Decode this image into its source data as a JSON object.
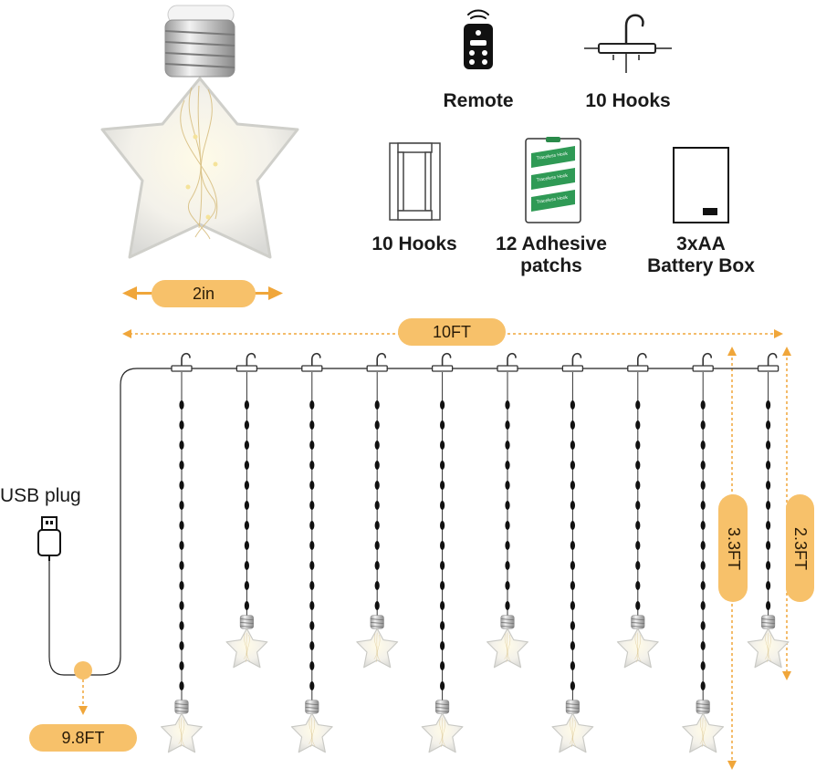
{
  "accessories": {
    "remote": "Remote",
    "hooks_top": "10 Hooks",
    "hooks_clips": "10 Hooks",
    "adhesive_line1": "12 Adhesive",
    "adhesive_line2": "patchs",
    "battery_line1": "3xAA",
    "battery_line2": "Battery Box",
    "patch_text": "Traceless Hook"
  },
  "dimensions": {
    "bulb_width": "2in",
    "curtain_width": "10FT",
    "long_drop": "3.3FT",
    "short_drop": "2.3FT",
    "cable_length": "9.8FT"
  },
  "plug": {
    "label": "USB plug"
  },
  "colors": {
    "accent": "#f7c16a",
    "accent_dark": "#f0a63a",
    "wire": "#222222"
  },
  "strands": {
    "count": 10
  }
}
